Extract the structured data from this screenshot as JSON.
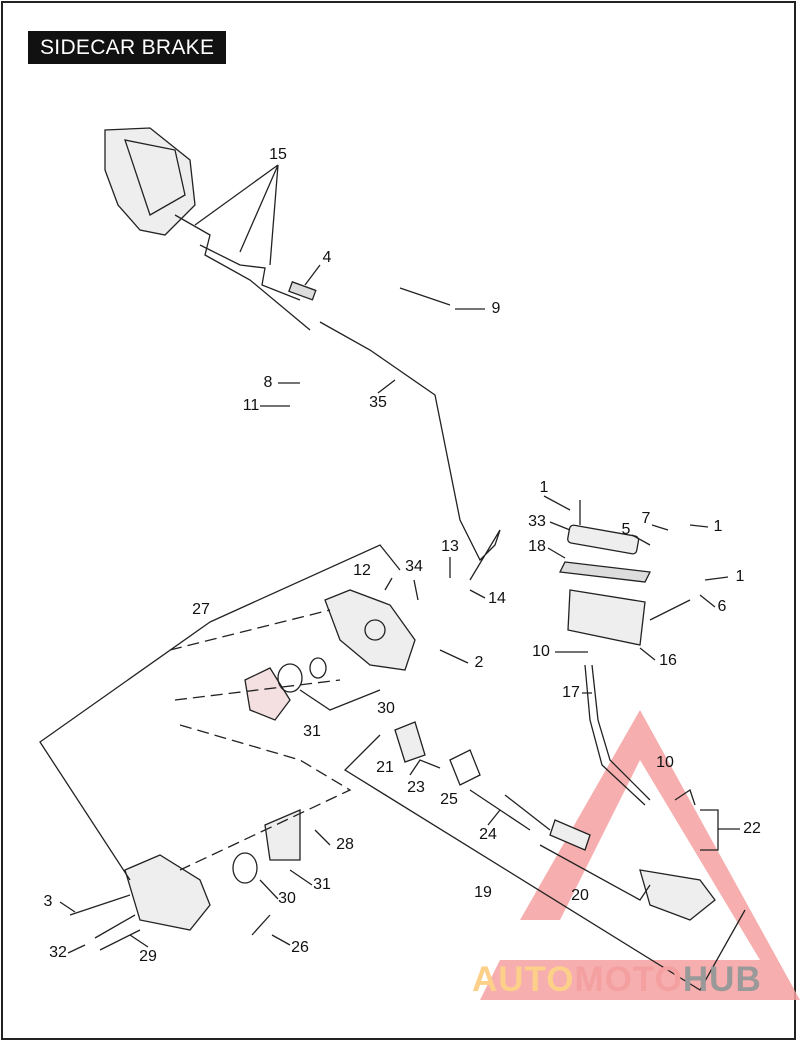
{
  "title": "SIDECAR BRAKE",
  "callouts": [
    "15",
    "4",
    "9",
    "8",
    "11",
    "35",
    "1",
    "33",
    "5",
    "7",
    "1",
    "18",
    "12",
    "34",
    "13",
    "14",
    "1",
    "6",
    "27",
    "2",
    "10",
    "16",
    "17",
    "30",
    "31",
    "21",
    "23",
    "25",
    "10",
    "22",
    "24",
    "28",
    "31",
    "30",
    "20",
    "19",
    "3",
    "32",
    "29",
    "26"
  ],
  "watermark": {
    "part1": "AUTO",
    "part2": "MOTO",
    "part3": "HUB"
  },
  "colors": {
    "watermark_red": "#f4a0a0",
    "watermark_orange": "#fdd08a",
    "watermark_gray": "#999999"
  }
}
